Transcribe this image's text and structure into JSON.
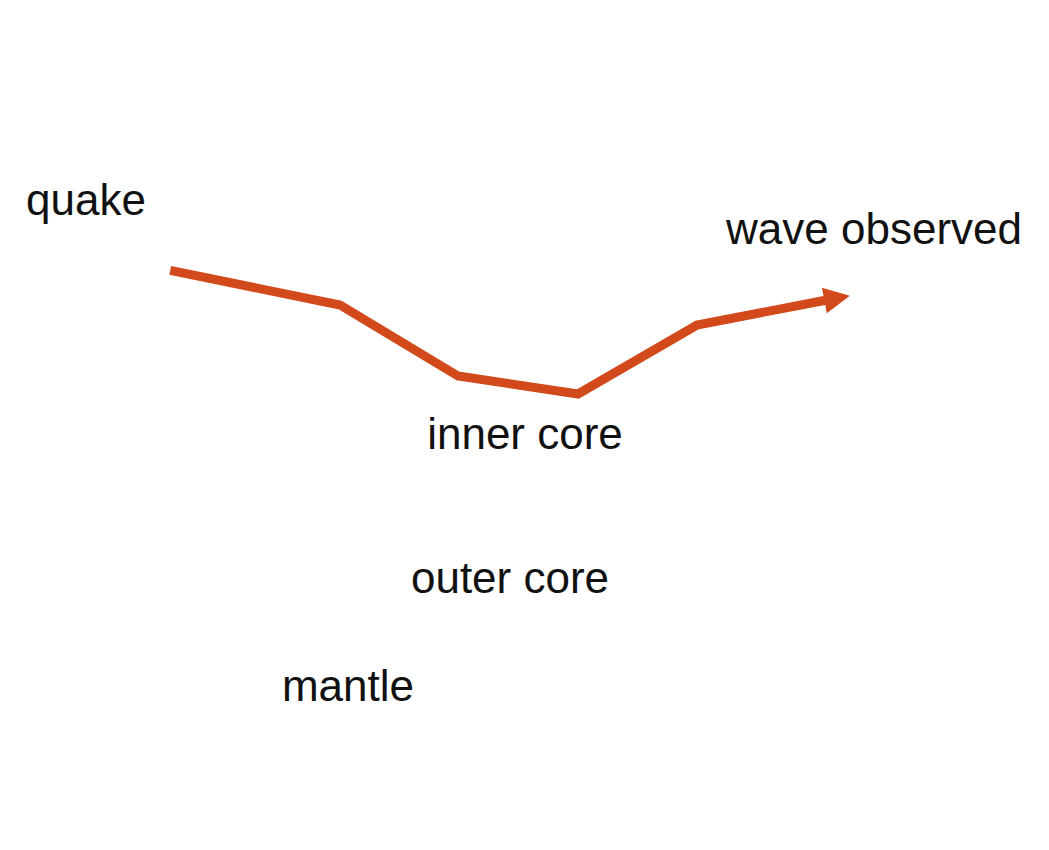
{
  "diagram": {
    "nodes": [
      {
        "text": [
          "quake"
        ]
      },
      {
        "text": [
          "wave observed"
        ]
      },
      {
        "text": [
          "mantle"
        ]
      },
      {
        "text": [
          "outer core"
        ],
        "in": 2
      },
      {
        "text": [
          "inner core"
        ],
        "in": 3
      }
    ],
    "edges": [
      {
        "from": 0,
        "to": 1,
        "arrow": "to"
      }
    ]
  }
}
